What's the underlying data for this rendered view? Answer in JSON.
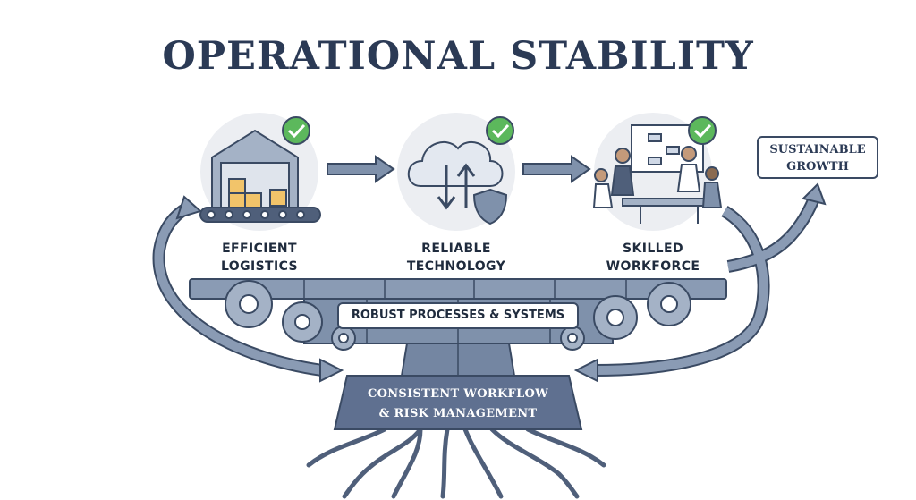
{
  "title": "OPERATIONAL STABILITY",
  "pillars": [
    {
      "line1": "EFFICIENT",
      "line2": "LOGISTICS",
      "icon": "warehouse-icon"
    },
    {
      "line1": "RELIABLE",
      "line2": "TECHNOLOGY",
      "icon": "cloud-sync-icon"
    },
    {
      "line1": "SKILLED",
      "line2": "WORKFORCE",
      "icon": "team-meeting-icon"
    }
  ],
  "callout": {
    "line1": "SUSTAINABLE",
    "line2": "GROWTH"
  },
  "platform_label": "ROBUST PROCESSES & SYSTEMS",
  "base": {
    "line1": "CONSISTENT WORKFLOW",
    "line2": "& RISK MANAGEMENT"
  },
  "colors": {
    "title": "#2b3a55",
    "arrow": "#7f91ab",
    "platform": "#8193ad",
    "base": "#5f7090",
    "check": "#5cb85c",
    "box": "#f2c46a"
  }
}
